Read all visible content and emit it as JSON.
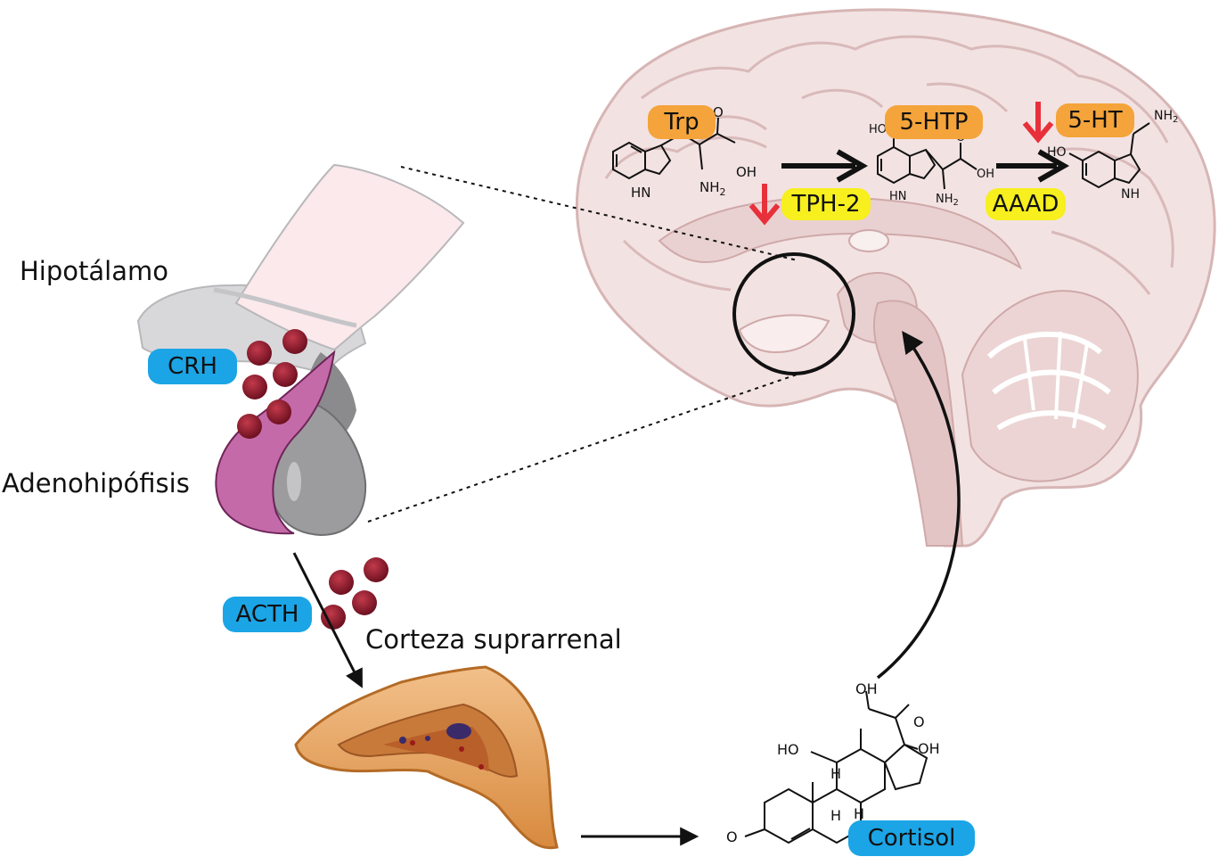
{
  "labels": {
    "hypothalamus": "Hipotálamo",
    "adenohypophysis": "Adenohipófisis",
    "adrenal_cortex": "Corteza suprarrenal"
  },
  "hormones": {
    "crh": "CRH",
    "acth": "ACTH",
    "cortisol": "Cortisol"
  },
  "pathway": {
    "trp": "Trp",
    "htp": "5-HTP",
    "ht": "5-HT",
    "tph2": "TPH-2",
    "aaad": "AAAD"
  },
  "molecule_labels": {
    "oh": "OH",
    "ho": "HO",
    "nh2": "NH",
    "nh2_sub": "2",
    "hn": "HN",
    "nh": "NH",
    "o": "O",
    "h": "H"
  },
  "colors": {
    "blue_pill": "#1ba5e6",
    "orange_pill": "#f4a43a",
    "yellow_pill": "#f7ef1e",
    "down_arrow": "#e8303a",
    "granule": "#8e1b2b",
    "pituitary_anterior": "#c46aa8",
    "pituitary_posterior": "#9a9a9a",
    "adrenal": "#e3a05a",
    "brain": "#f1dcdc"
  },
  "icons": {
    "decrease_tph2": "red-down-arrow-icon",
    "decrease_5ht": "red-down-arrow-icon"
  }
}
